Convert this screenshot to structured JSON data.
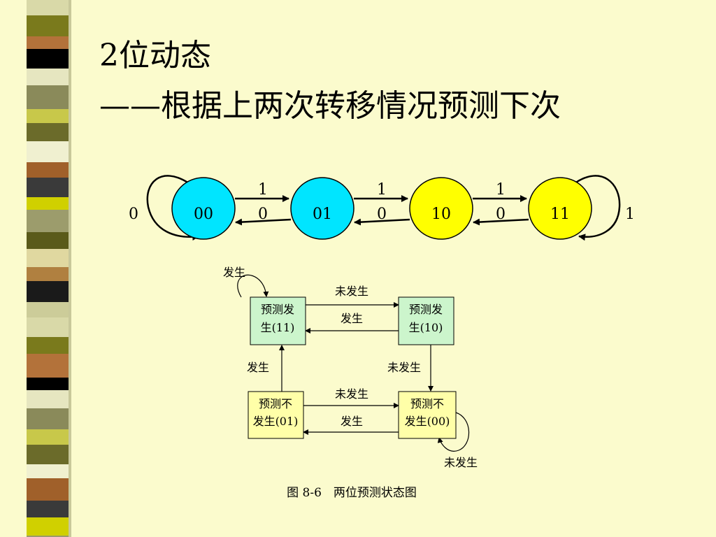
{
  "slide": {
    "title": "2位动态",
    "subtitle": "——根据上两次转移情况预测下次"
  },
  "top_diagram": {
    "states": [
      {
        "label": "00",
        "color": "#00e5ff"
      },
      {
        "label": "01",
        "color": "#00e5ff"
      },
      {
        "label": "10",
        "color": "#ffff00"
      },
      {
        "label": "11",
        "color": "#ffff00"
      }
    ],
    "forward_labels": [
      "1",
      "1",
      "1"
    ],
    "backward_labels": [
      "0",
      "0",
      "0"
    ],
    "self_loop_left_label": "0",
    "self_loop_right_label": "1"
  },
  "bottom_diagram": {
    "states": {
      "predict_taken_11": {
        "line1": "预测发",
        "line2": "生(11)",
        "color": "#ccf5cc"
      },
      "predict_taken_10": {
        "line1": "预测发",
        "line2": "生(10)",
        "color": "#ccf5cc"
      },
      "predict_not_01": {
        "line1": "预测不",
        "line2": "发生(01)",
        "color": "#ffffa8"
      },
      "predict_not_00": {
        "line1": "预测不",
        "line2": "发生(00)",
        "color": "#ffffa8"
      }
    },
    "edges": {
      "self_11": "发生",
      "e11_to_10": "未发生",
      "e10_to_11": "发生",
      "e01_to_11": "发生",
      "e10_to_00": "未发生",
      "e01_to_00": "未发生",
      "e00_to_01": "发生",
      "self_00": "未发生"
    },
    "caption": "图 8-6　两位预测状态图"
  }
}
